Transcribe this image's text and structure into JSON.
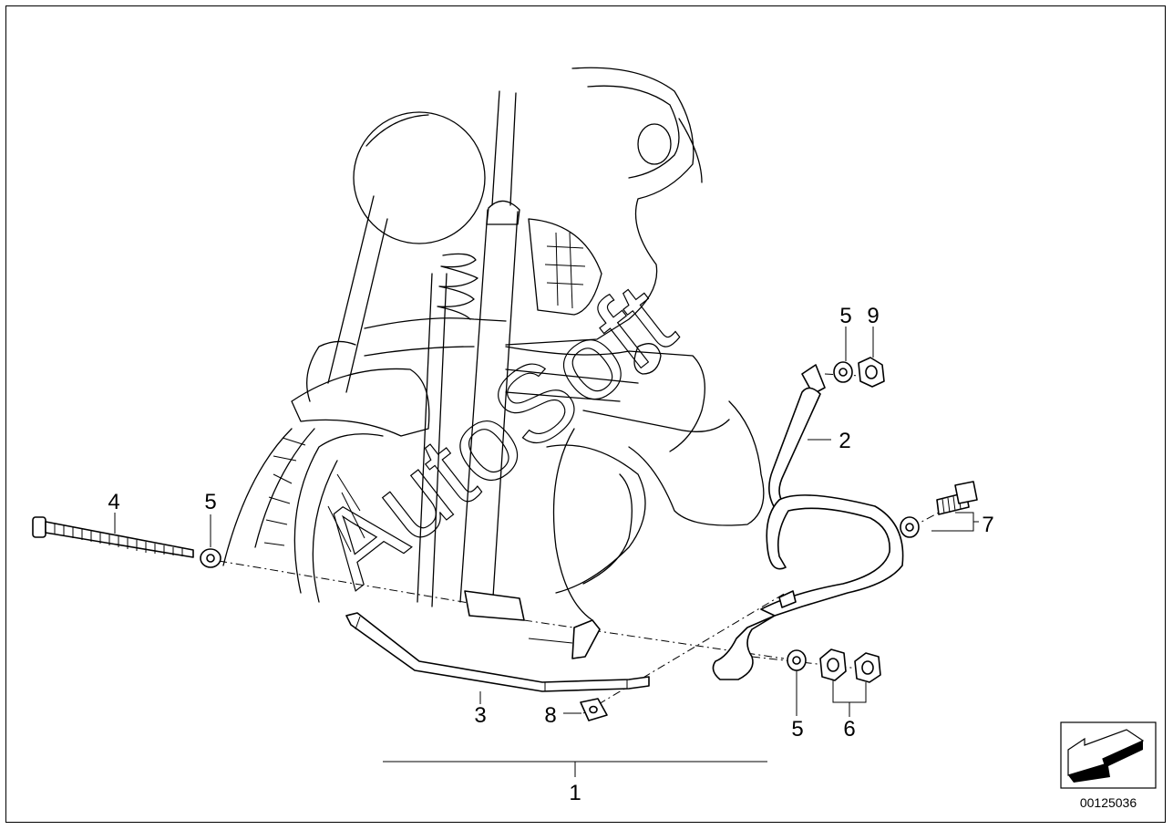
{
  "diagram": {
    "callouts": [
      {
        "id": "c1",
        "text": "1"
      },
      {
        "id": "c2",
        "text": "2"
      },
      {
        "id": "c3",
        "text": "3"
      },
      {
        "id": "c4",
        "text": "4"
      },
      {
        "id": "c5a",
        "text": "5"
      },
      {
        "id": "c5b",
        "text": "5"
      },
      {
        "id": "c5c",
        "text": "5"
      },
      {
        "id": "c6",
        "text": "6"
      },
      {
        "id": "c7",
        "text": "7"
      },
      {
        "id": "c8",
        "text": "8"
      },
      {
        "id": "c9",
        "text": "9"
      }
    ],
    "diagram_number": "00125036",
    "watermark": "AutoSoft"
  }
}
